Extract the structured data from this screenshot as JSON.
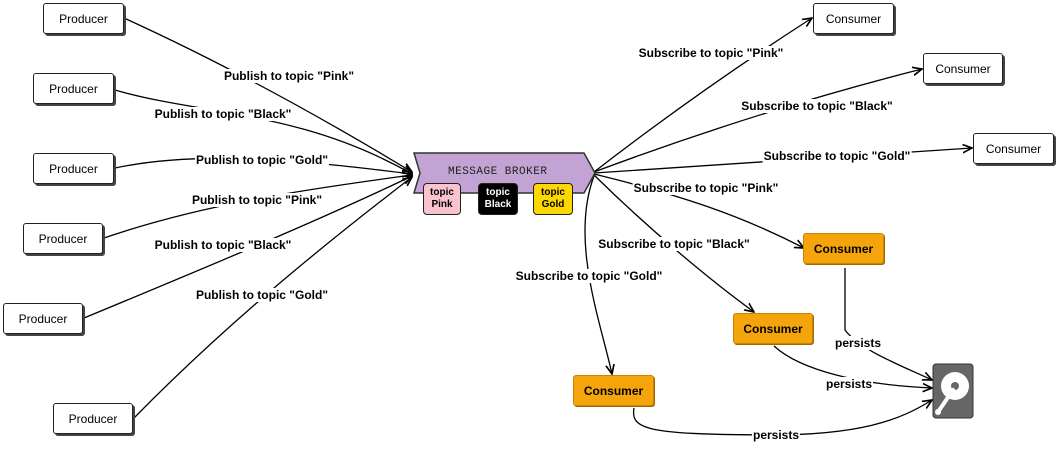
{
  "broker": {
    "title": "MESSAGE BROKER",
    "topics": [
      {
        "line1": "topic",
        "line2": "Pink",
        "fill": "#f8c3cd",
        "text_color": "#000000"
      },
      {
        "line1": "topic",
        "line2": "Black",
        "fill": "#000000",
        "text_color": "#ffffff"
      },
      {
        "line1": "topic",
        "line2": "Gold",
        "fill": "#ffd700",
        "text_color": "#000000"
      }
    ],
    "fill": "#c3a3d3"
  },
  "producers": [
    {
      "label": "Producer"
    },
    {
      "label": "Producer"
    },
    {
      "label": "Producer"
    },
    {
      "label": "Producer"
    },
    {
      "label": "Producer"
    },
    {
      "label": "Producer"
    }
  ],
  "consumers": [
    {
      "label": "Consumer"
    },
    {
      "label": "Consumer"
    },
    {
      "label": "Consumer"
    },
    {
      "label": "Consumer"
    },
    {
      "label": "Consumer"
    },
    {
      "label": "Consumer"
    }
  ],
  "edge_labels": {
    "pub_pink_1": "Publish to topic \"Pink\"",
    "pub_black_1": "Publish to topic \"Black\"",
    "pub_gold_1": "Publish to topic \"Gold\"",
    "pub_pink_2": "Publish to topic \"Pink\"",
    "pub_black_2": "Publish to topic \"Black\"",
    "pub_gold_2": "Publish to topic \"Gold\"",
    "sub_pink_1": "Subscribe to topic \"Pink\"",
    "sub_black_1": "Subscribe to topic \"Black\"",
    "sub_gold_1": "Subscribe to topic \"Gold\"",
    "sub_pink_2": "Subscribe to topic \"Pink\"",
    "sub_black_2": "Subscribe to topic \"Black\"",
    "sub_gold_2": "Subscribe to topic \"Gold\"",
    "persists_1": "persists",
    "persists_2": "persists",
    "persists_3": "persists"
  },
  "storage_icon": "hard-disk-icon",
  "colors": {
    "consumer_persistent": "#f5a40c",
    "storage": "#666666"
  }
}
